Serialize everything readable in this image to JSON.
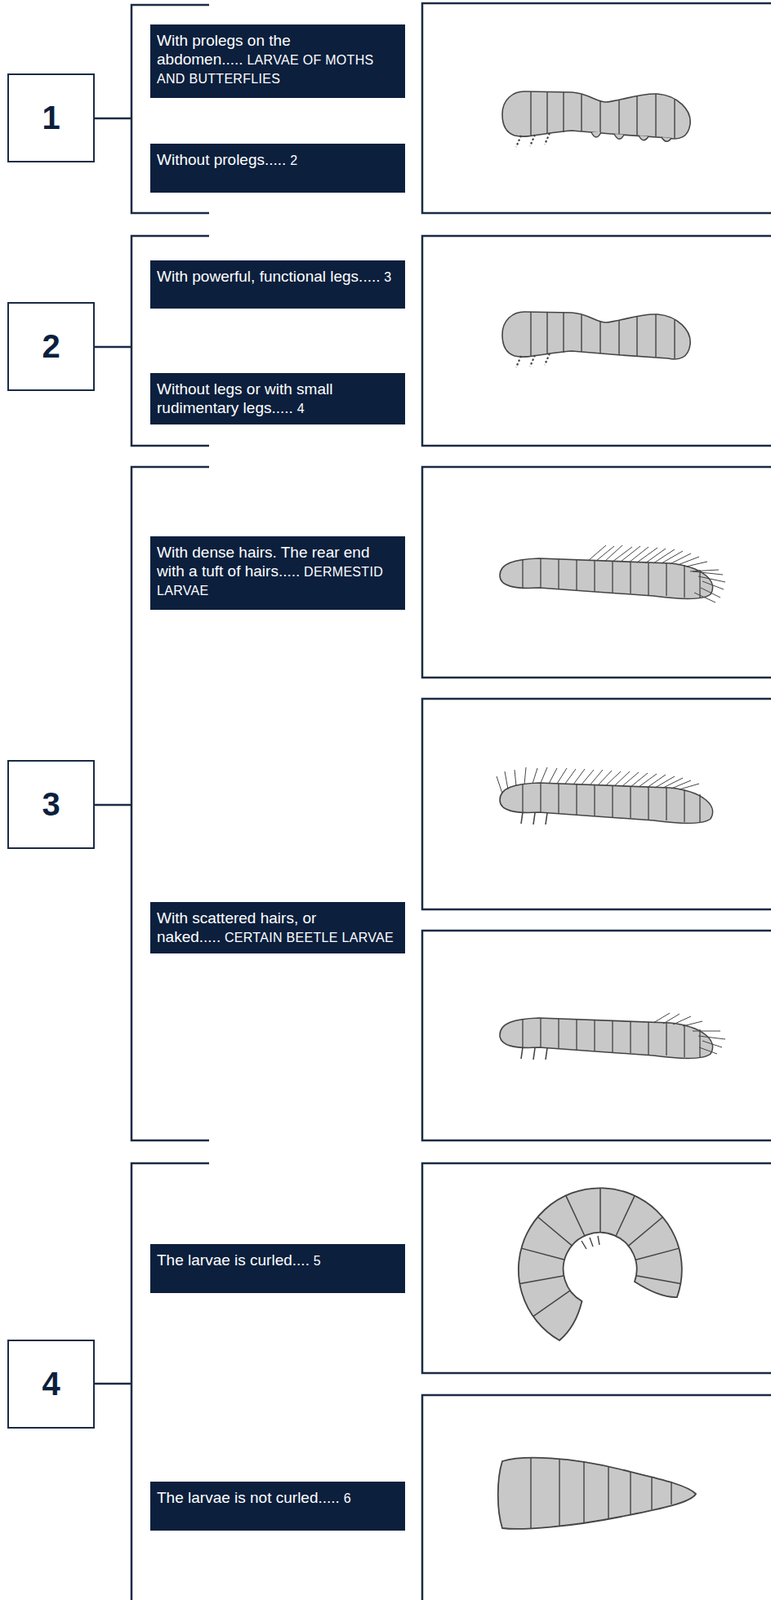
{
  "diagram": {
    "nodes": [
      {
        "text": [
          "1"
        ]
      },
      {
        "text": [
          "With prolegs on the abdomen.....",
          "LARVAE OF MOTHS AND BUTTERFLIES"
        ]
      },
      {
        "text": [
          "Without prolegs.....",
          "2"
        ]
      },
      {
        "text": [
          "2"
        ]
      },
      {
        "text": [
          "With powerful, functional legs.....",
          "3"
        ]
      },
      {
        "text": [
          "Without legs or with small rudimentary legs.....",
          "4"
        ]
      },
      {
        "text": [
          "3"
        ]
      },
      {
        "text": [
          "With dense hairs. The rear end with a tuft of hairs.....",
          "DERMESTID LARVAE"
        ]
      },
      {
        "text": [
          "With scattered hairs, or naked.....",
          "CERTAIN BEETLE LARVAE"
        ]
      },
      {
        "text": [
          "4"
        ]
      },
      {
        "text": [
          "The larvae is curled....",
          "5"
        ]
      },
      {
        "text": [
          "The larvae is not curled.....",
          "6"
        ]
      }
    ]
  }
}
